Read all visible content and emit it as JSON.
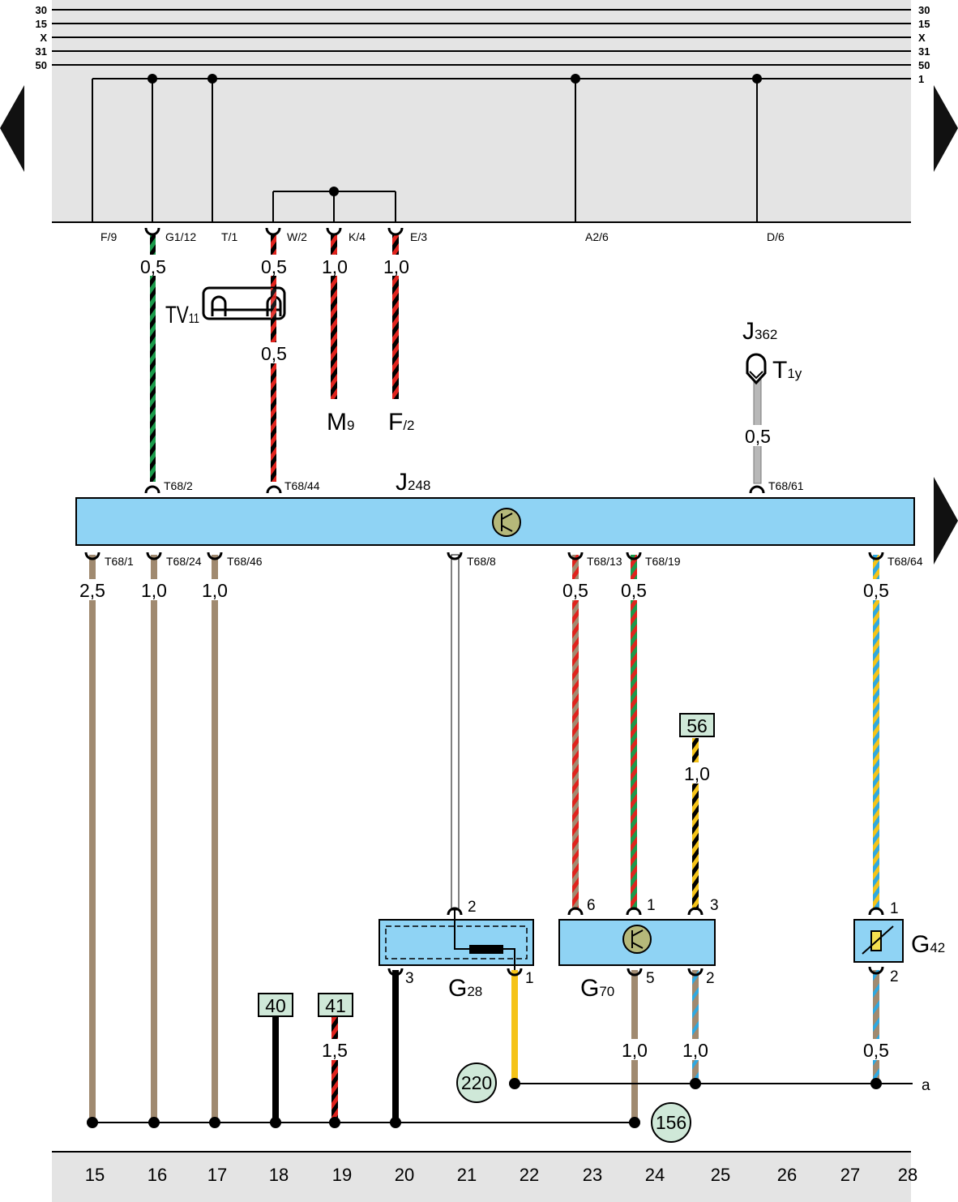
{
  "bus_labels": [
    "30",
    "15",
    "X",
    "31",
    "50",
    "1"
  ],
  "top_connectors": [
    "F/9",
    "G1/12",
    "T/1",
    "W/2",
    "K/4",
    "E/3",
    "A2/6",
    "D/6"
  ],
  "top_gauges": [
    "0,5",
    "0,5",
    "1,0",
    "1,0"
  ],
  "mid_gauges": [
    "0,5",
    "0,5"
  ],
  "tv11": {
    "main": "TV",
    "sub": "11"
  },
  "m9": {
    "main": "M",
    "sub": "9"
  },
  "f2": {
    "main": "F",
    "sub": "/2"
  },
  "j362": {
    "main": "J",
    "sub": "362"
  },
  "t1y": {
    "main": "T",
    "sub": "1y"
  },
  "j248": {
    "main": "J",
    "sub": "248"
  },
  "g28": {
    "main": "G",
    "sub": "28"
  },
  "g70": {
    "main": "G",
    "sub": "70"
  },
  "g42": {
    "main": "G",
    "sub": "42"
  },
  "ecu_top_pins": [
    "T68/2",
    "T68/44",
    "T68/61"
  ],
  "ecu_bottom_pins": [
    "T68/1",
    "T68/24",
    "T68/46",
    "T68/8",
    "T68/13",
    "T68/19",
    "T68/64"
  ],
  "lower_gauges": [
    "2,5",
    "1,0",
    "1,0",
    "0,5",
    "0,5",
    "0,5"
  ],
  "sensor_pins": [
    "2",
    "3",
    "1",
    "6",
    "1",
    "3",
    "5",
    "2",
    "1",
    "2"
  ],
  "bottom_gauges": [
    "1,5",
    "1,0",
    "1,0",
    "0,5"
  ],
  "wire_56_gauge": "1,0",
  "ref_boxes": [
    "56",
    "40",
    "41"
  ],
  "ref_circles": [
    "220",
    "156"
  ],
  "line_a": "a",
  "column_numbers": [
    "15",
    "16",
    "17",
    "18",
    "19",
    "20",
    "21",
    "22",
    "23",
    "24",
    "25",
    "26",
    "27",
    "28"
  ]
}
